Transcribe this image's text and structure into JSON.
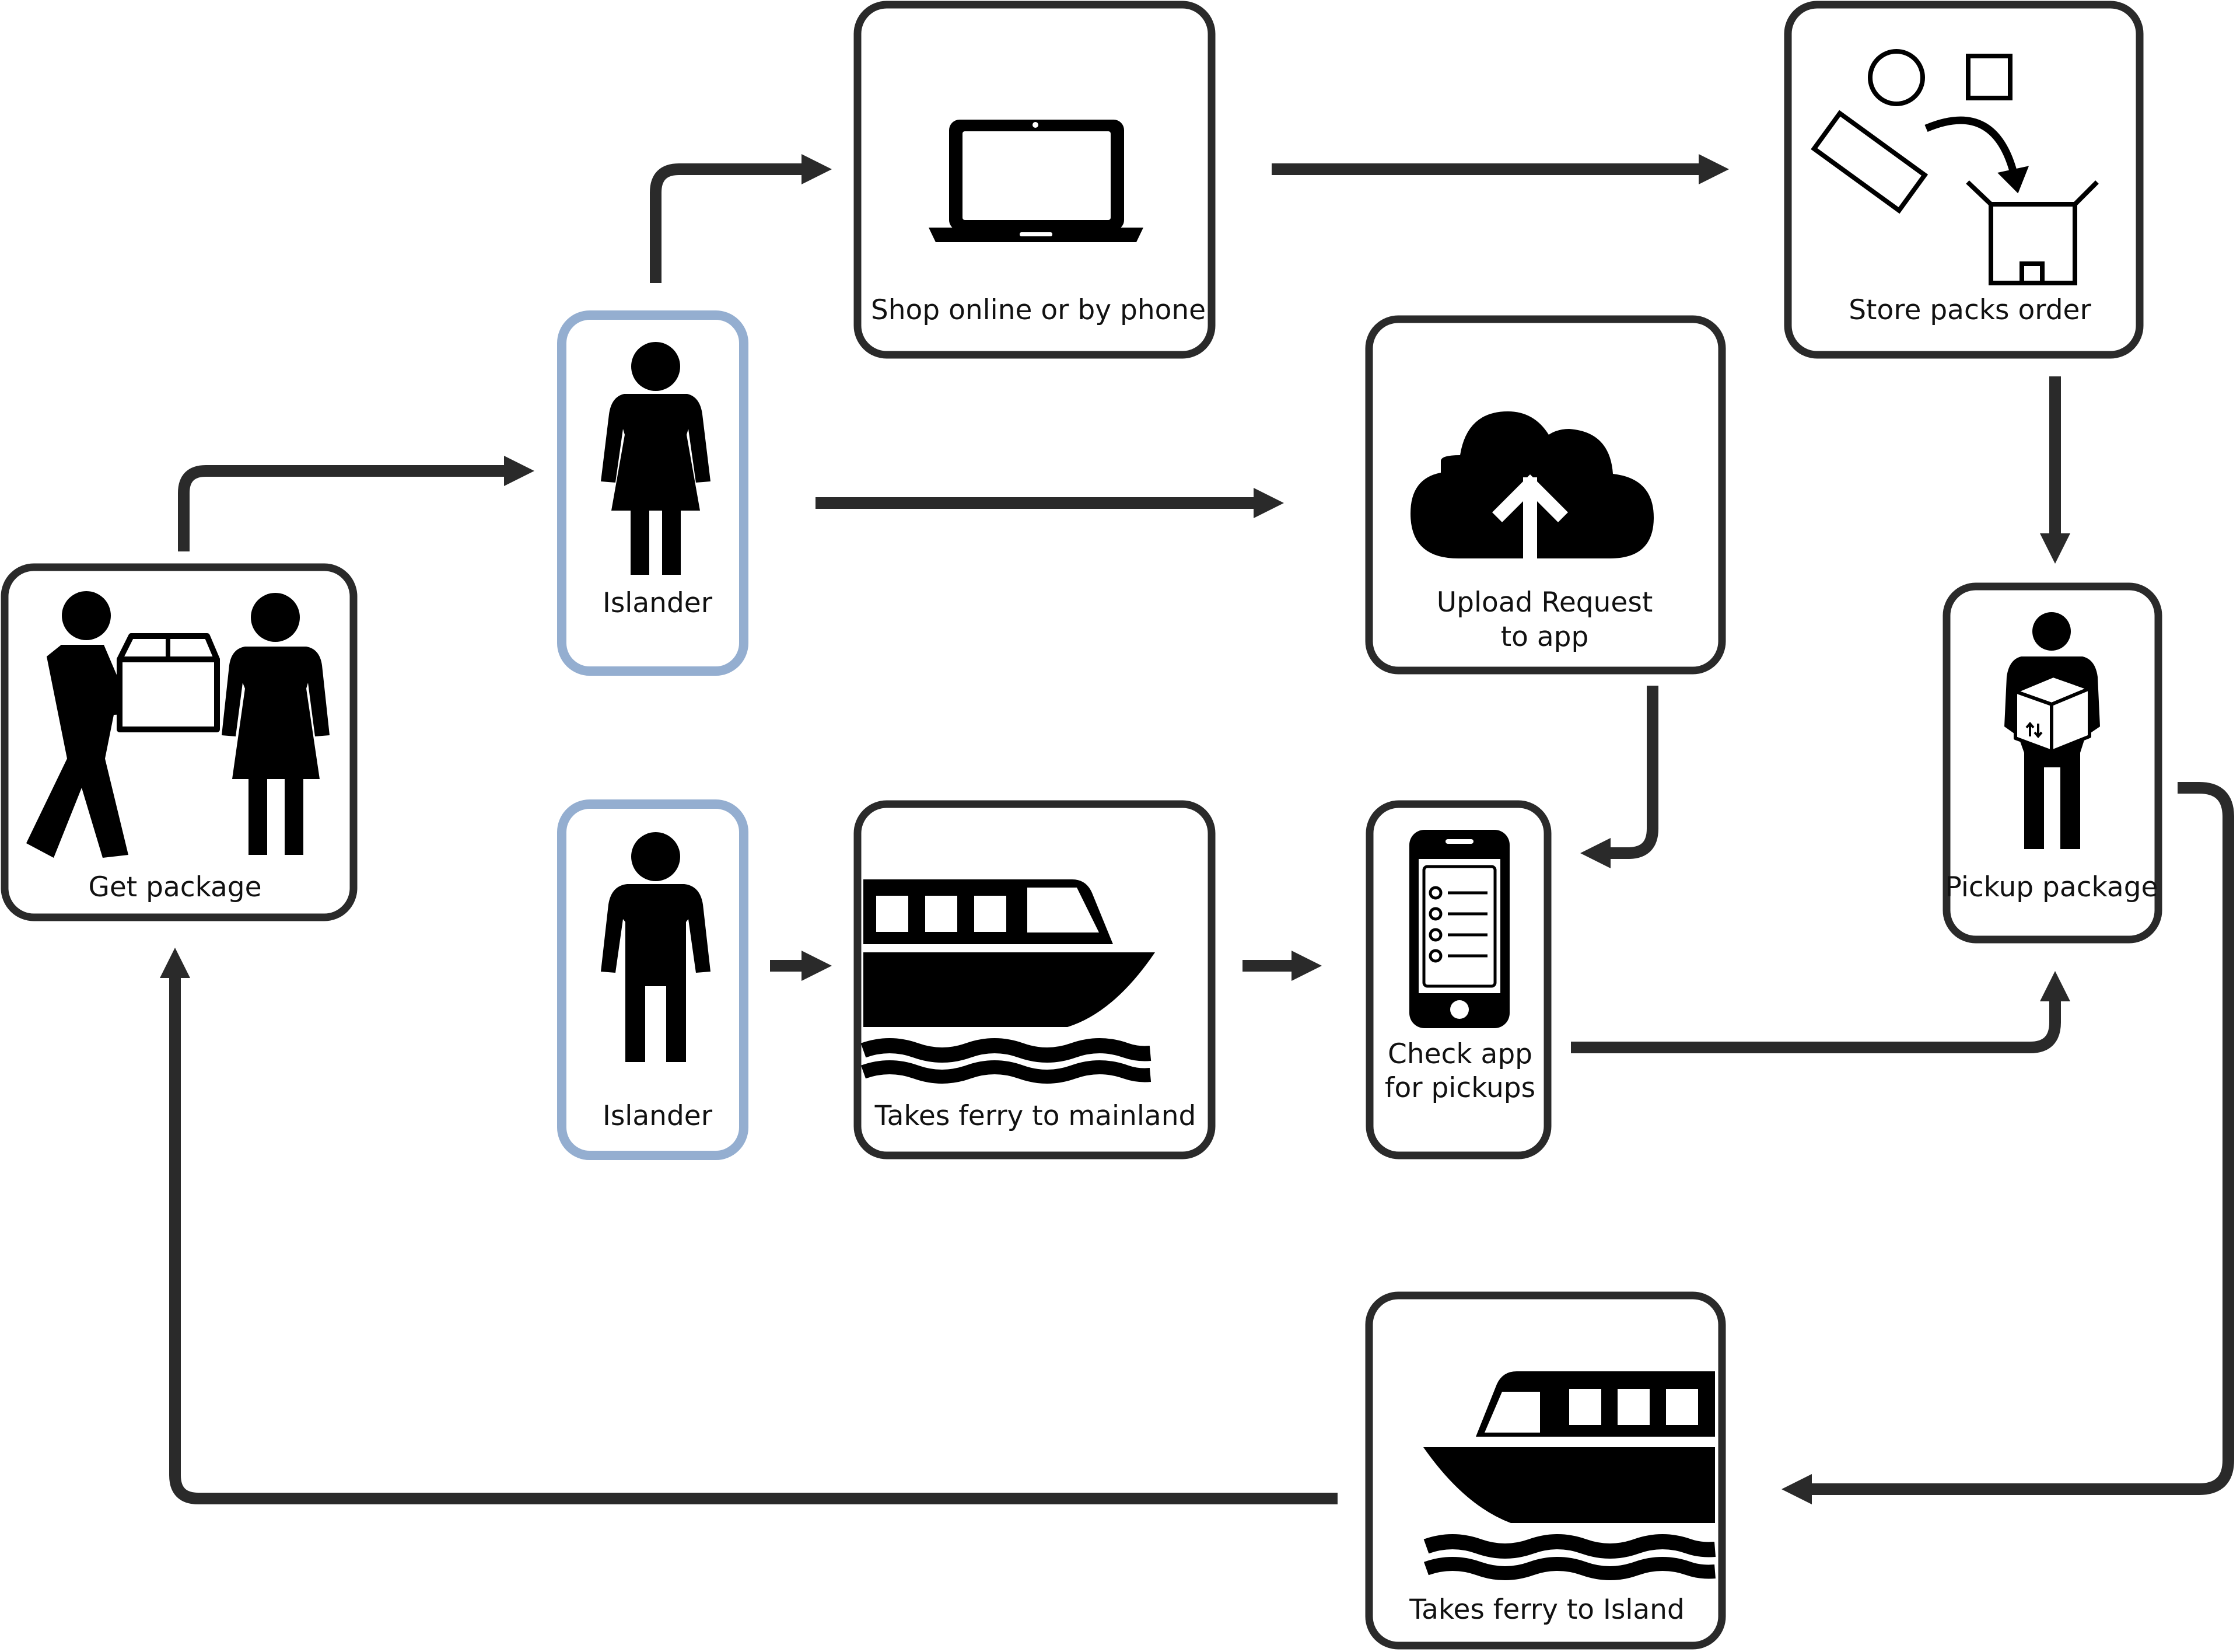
{
  "colors": {
    "stroke": "#2a2a2a",
    "icon": "#000000",
    "islander_border": "#94aed0",
    "background": "#ffffff"
  },
  "nodes": {
    "get_package": {
      "label": "Get package",
      "icon": "handover-people-icon"
    },
    "islander_top": {
      "label": "Islander",
      "icon": "woman-icon"
    },
    "islander_bottom": {
      "label": "Islander",
      "icon": "man-icon"
    },
    "shop": {
      "label": "Shop online or by phone",
      "icon": "laptop-icon"
    },
    "store_packs": {
      "label": "Store packs order",
      "icon": "packing-box-icon"
    },
    "upload": {
      "label_line1": "Upload Request",
      "label_line2": "to app",
      "icon": "cloud-upload-icon"
    },
    "ferry_mainland": {
      "label": "Takes ferry to mainland",
      "icon": "ferry-icon"
    },
    "check_app": {
      "label_line1": "Check app",
      "label_line2": "for pickups",
      "icon": "smartphone-list-icon"
    },
    "pickup": {
      "label": "Pickup package",
      "icon": "person-carrying-box-icon"
    },
    "ferry_island": {
      "label": "Takes ferry to Island",
      "icon": "ferry-icon"
    }
  }
}
